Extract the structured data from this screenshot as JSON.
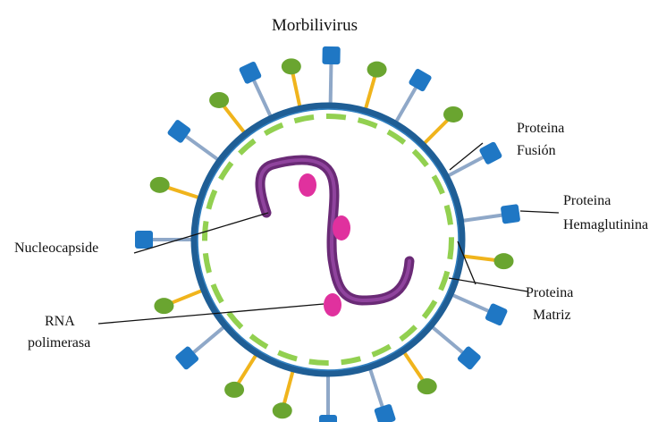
{
  "title": "Morbilivirus",
  "labels": {
    "fusion_line1": "Proteina",
    "fusion_line2": "Fusión",
    "hemag_line1": "Proteina",
    "hemag_line2": "Hemaglutinina",
    "matriz_line1": "Proteina",
    "matriz_line2": "Matriz",
    "nucleocapside": "Nucleocapside",
    "rna_line1": "RNA",
    "rna_line2": "polimerasa"
  },
  "colors": {
    "envelope": "#1f5e95",
    "envelope_inner": "#2f7fc0",
    "matrix": "#92d050",
    "spike_blue_stem": "#8fa8c8",
    "spike_blue_head": "#1f77c4",
    "spike_orange_stem": "#f0b41c",
    "spike_green_head": "#6aa530",
    "nucleocapsid": "#7b2f86",
    "nucleocapsid_highlight": "#b35ec0",
    "polymerase": "#e0319e"
  },
  "icons": {
    "hemagglutinin_spike": "square-head-spike",
    "fusion_spike": "round-head-spike"
  }
}
